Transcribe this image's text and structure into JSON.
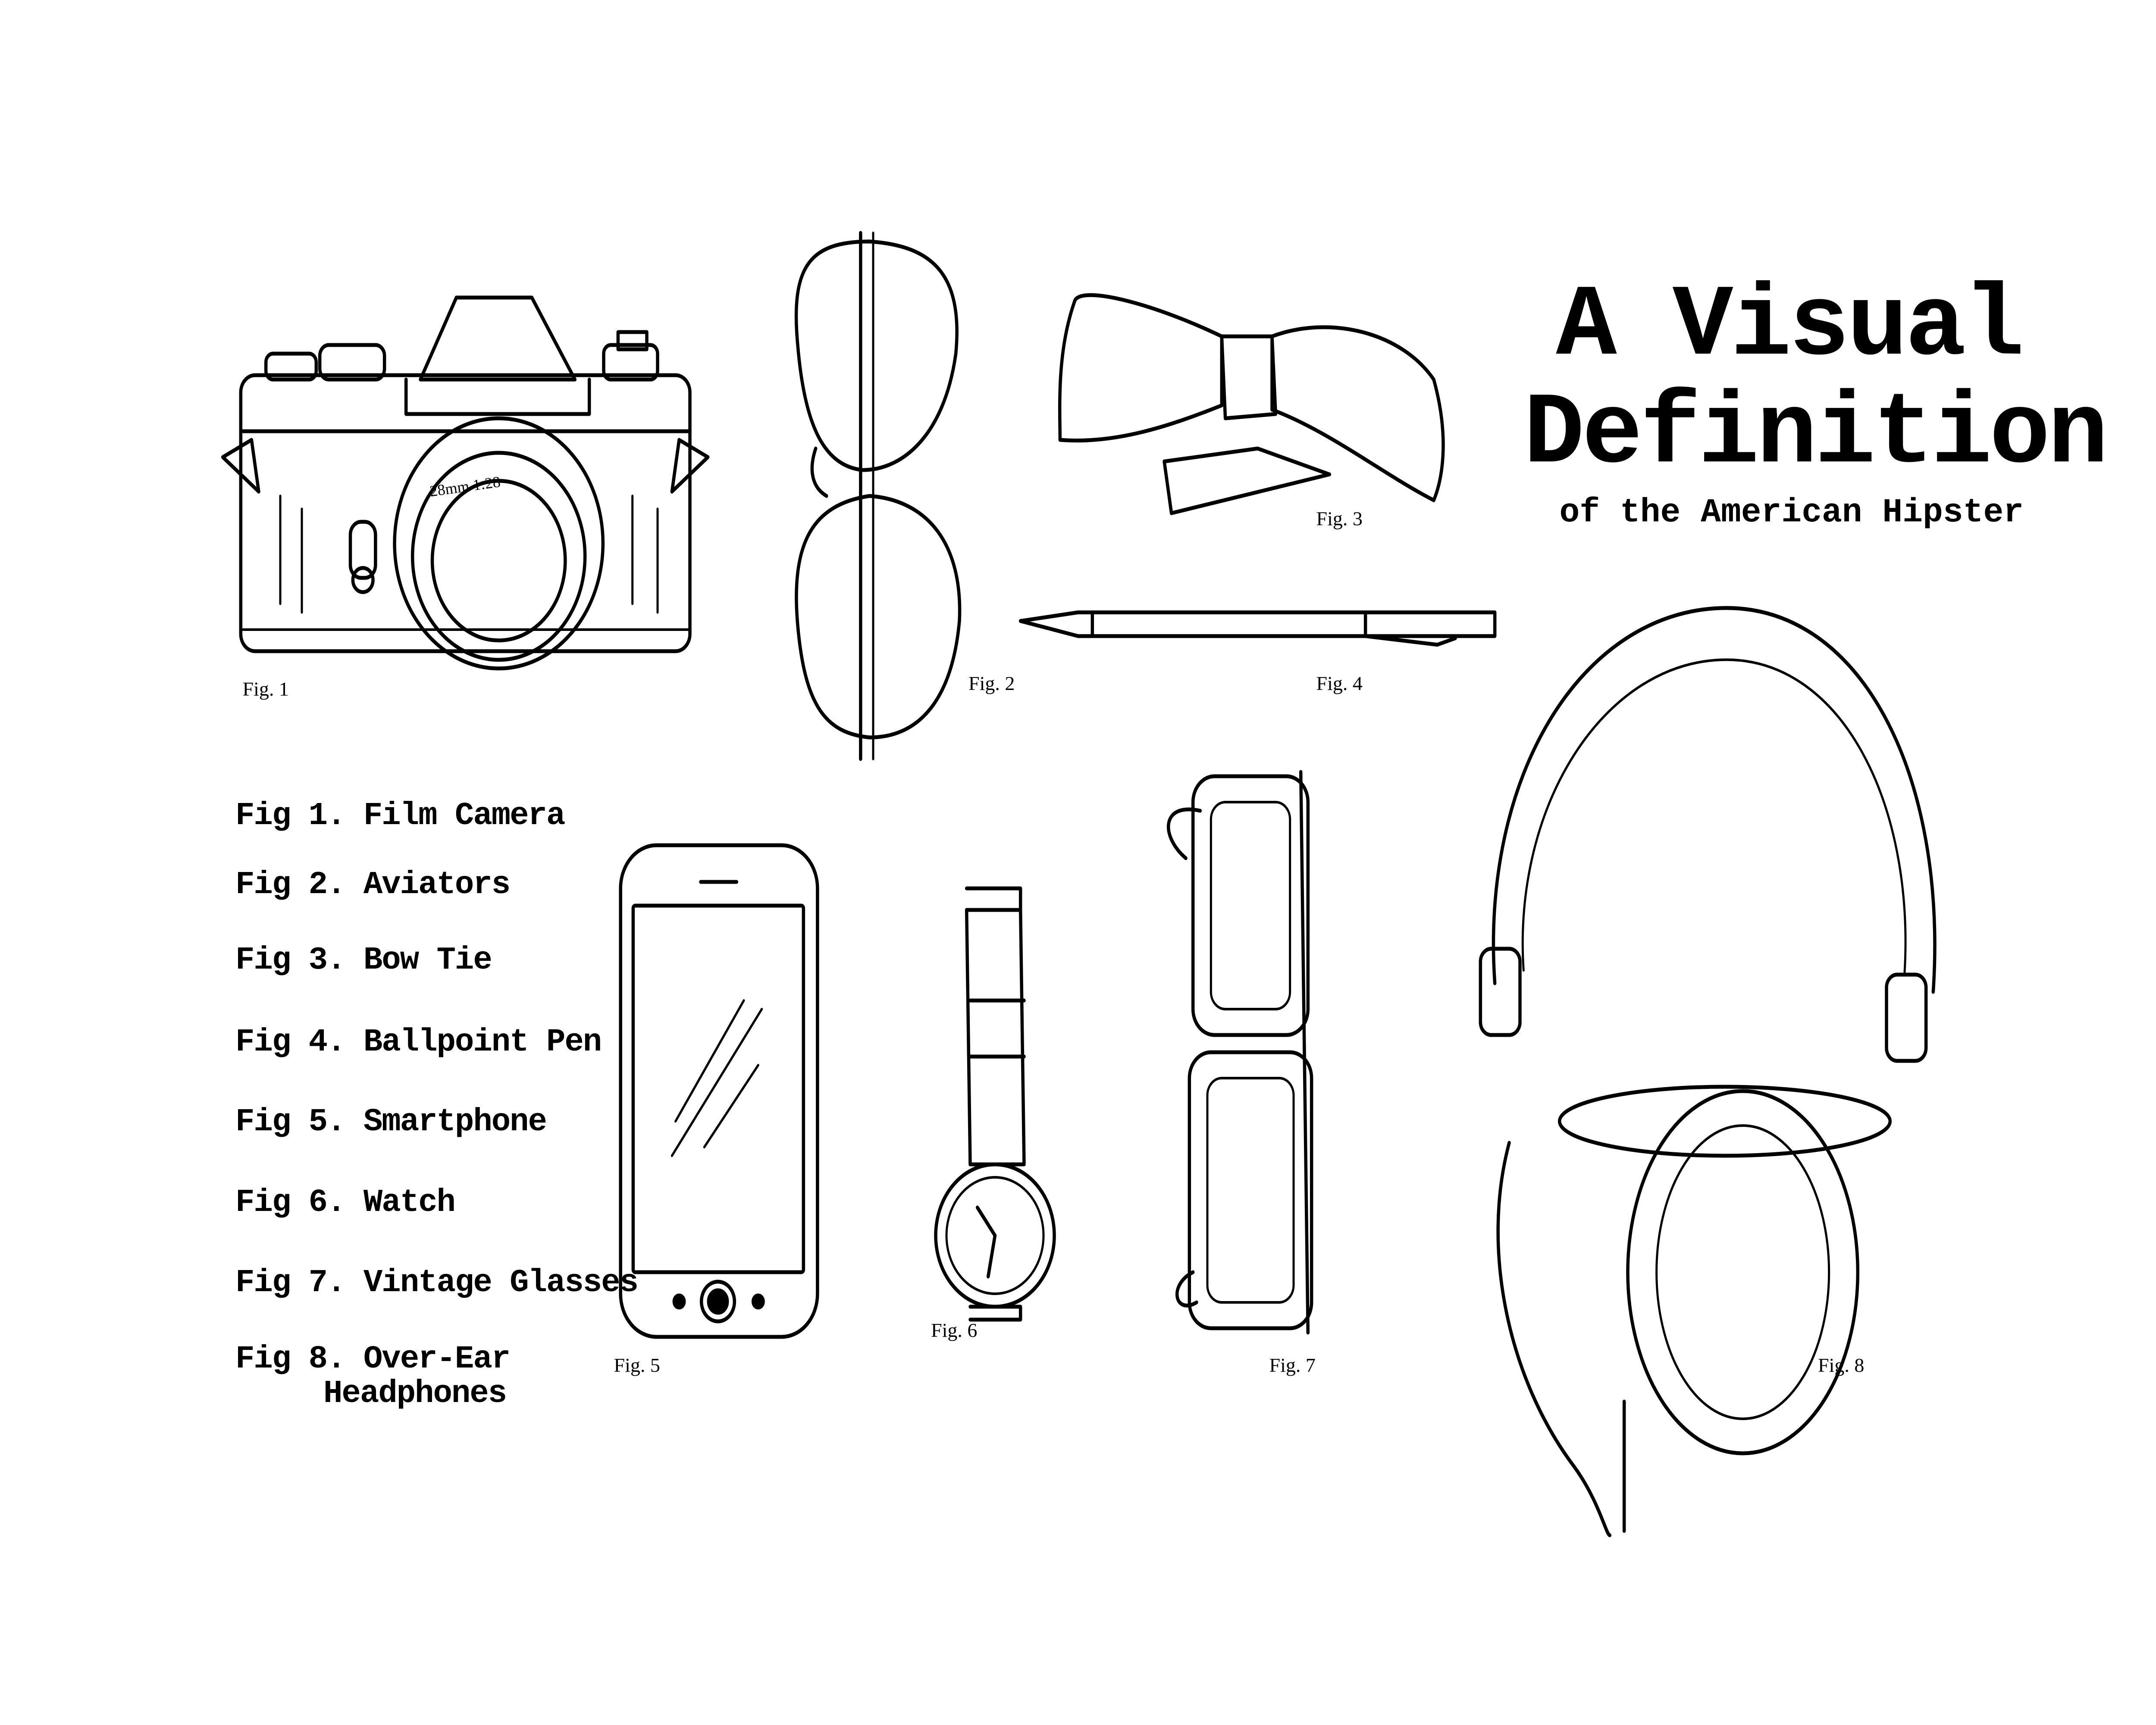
{
  "title": {
    "line1": "A Visual",
    "line2": "Definition",
    "subtitle": "of the American Hipster"
  },
  "legend": [
    {
      "number": "Fig 1.",
      "label": "Film Camera"
    },
    {
      "number": "Fig 2.",
      "label": "Aviators"
    },
    {
      "number": "Fig 3.",
      "label": "Bow Tie"
    },
    {
      "number": "Fig 4.",
      "label": "Ballpoint Pen"
    },
    {
      "number": "Fig 5.",
      "label": "Smartphone"
    },
    {
      "number": "Fig 6.",
      "label": "Watch"
    },
    {
      "number": "Fig 7.",
      "label": "Vintage Glasses"
    },
    {
      "number": "Fig 8.",
      "label": "Over-Ear",
      "label_line2": "Headphones"
    }
  ],
  "figures": {
    "fig1": {
      "caption": "Fig. 1",
      "lens_text": "28mm 1:28",
      "icon": "film-camera-drawing"
    },
    "fig2": {
      "caption": "Fig. 2",
      "icon": "aviator-sunglasses-drawing"
    },
    "fig3": {
      "caption": "Fig. 3",
      "icon": "bow-tie-drawing"
    },
    "fig4": {
      "caption": "Fig. 4",
      "icon": "ballpoint-pen-drawing"
    },
    "fig5": {
      "caption": "Fig. 5",
      "icon": "smartphone-drawing"
    },
    "fig6": {
      "caption": "Fig. 6",
      "icon": "wristwatch-drawing"
    },
    "fig7": {
      "caption": "Fig. 7",
      "icon": "vintage-glasses-drawing"
    },
    "fig8": {
      "caption": "Fig. 8",
      "icon": "over-ear-headphones-drawing"
    }
  },
  "colors": {
    "ink": "#000000",
    "background": "#ffffff"
  }
}
